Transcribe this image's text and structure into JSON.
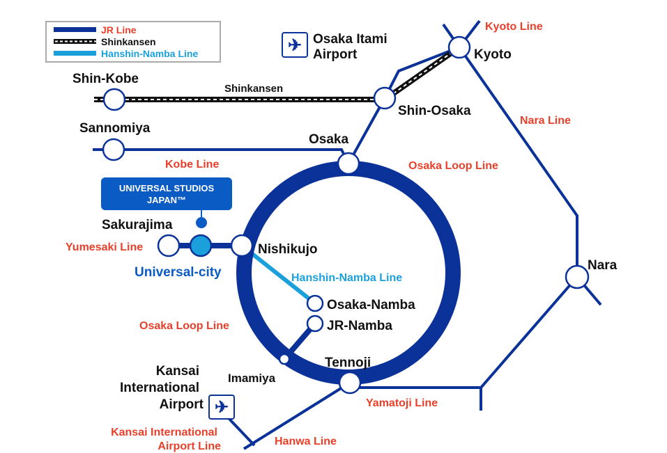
{
  "legend": {
    "jr": "JR Line",
    "shinkansen": "Shinkansen",
    "hanshin": "Hanshin-Namba Line"
  },
  "stations": {
    "shin_kobe": "Shin-Kobe",
    "sannomiya": "Sannomiya",
    "osaka": "Osaka",
    "shin_osaka": "Shin-Osaka",
    "kyoto": "Kyoto",
    "nara": "Nara",
    "sakurajima": "Sakurajima",
    "universal_city": "Universal-city",
    "nishikujo": "Nishikujo",
    "osaka_namba": "Osaka-Namba",
    "jr_namba": "JR-Namba",
    "imamiya": "Imamiya",
    "tennoji": "Tennoji",
    "kansai_airport_1": "Kansai",
    "kansai_airport_2": "International",
    "kansai_airport_3": "Airport",
    "itami_1": "Osaka Itami",
    "itami_2": "Airport"
  },
  "lines": {
    "kyoto": "Kyoto Line",
    "shinkansen": "Shinkansen",
    "nara": "Nara Line",
    "kobe": "Kobe Line",
    "loop_right": "Osaka Loop Line",
    "loop_left": "Osaka Loop Line",
    "yumesaki": "Yumesaki Line",
    "hanshin": "Hanshin-Namba Line",
    "yamatoji": "Yamatoji Line",
    "hanwa": "Hanwa Line",
    "kix_1": "Kansai International",
    "kix_2": "Airport Line"
  },
  "usj": {
    "line1": "UNIVERSAL STUDIOS",
    "line2": "JAPAN™"
  },
  "colors": {
    "jr": "#0b3299",
    "hanshin": "#1ba0dc",
    "label_red": "#e8402a",
    "usj": "#0a5bc4"
  }
}
